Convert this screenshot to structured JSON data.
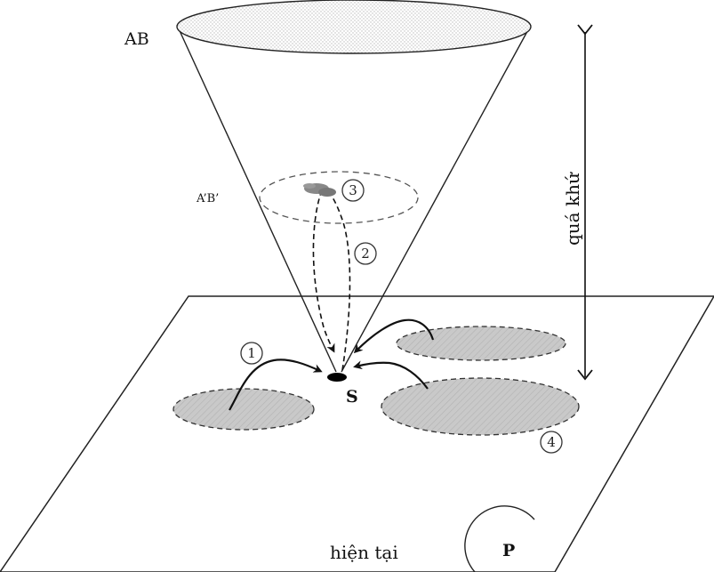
{
  "labels": {
    "ab": "AB",
    "a_prime_b_prime": "A’B’",
    "s": "S",
    "p": "P",
    "qua_khu": "quá khứ",
    "hien_tai": "hiện tại"
  },
  "markers": {
    "m1": "1",
    "m2": "2",
    "m3": "3",
    "m4": "4"
  },
  "colors": {
    "line": "#111111",
    "fill_gray": "#c8c8c8",
    "fill_dots": "#e6e6e6"
  }
}
